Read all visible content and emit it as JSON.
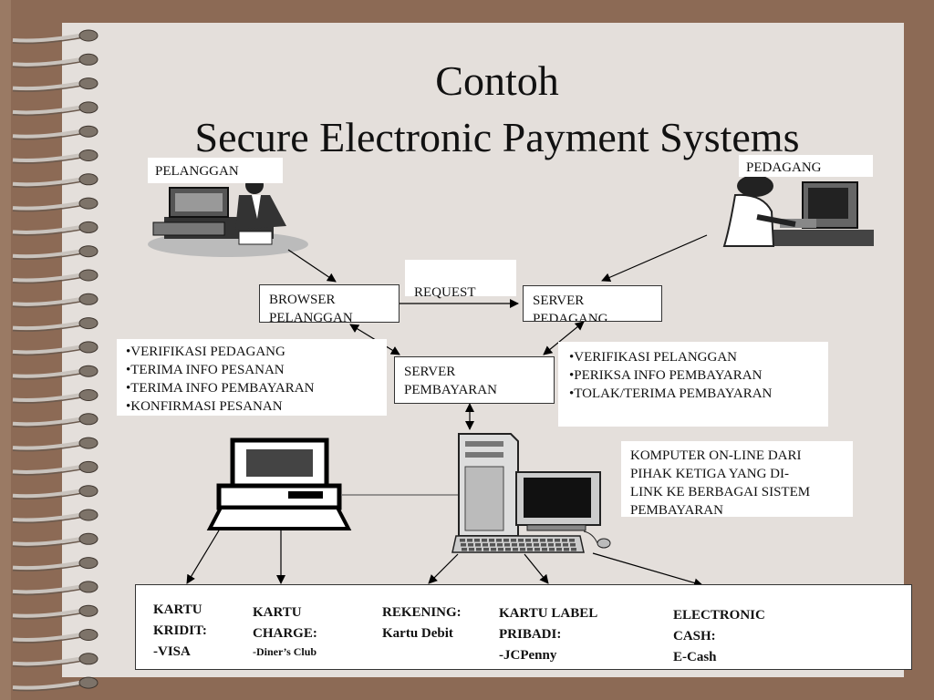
{
  "slide": {
    "title_line1": "Contoh",
    "title_line2": "Secure Electronic Payment Systems"
  },
  "labels": {
    "customer": "PELANGGAN",
    "merchant": "PEDAGANG",
    "request": "REQUEST",
    "browser_line1": "BROWSER",
    "browser_line2": "PELANGGAN",
    "merchant_server_line1": "SERVER",
    "merchant_server_line2": "PEDAGANG",
    "payment_server_line1": "SERVER",
    "payment_server_line2": "PEMBAYARAN"
  },
  "left_bullets": [
    "VERIFIKASI PEDAGANG",
    "TERIMA INFO PESANAN",
    "TERIMA INFO PEMBAYARAN",
    "KONFIRMASI PESANAN"
  ],
  "right_bullets": [
    "VERIFIKASI PELANGGAN",
    "PERIKSA INFO PEMBAYARAN",
    "TOLAK/TERIMA PEMBAYARAN"
  ],
  "third_party": [
    "KOMPUTER ON-LINE  DARI",
    "PIHAK KETIGA YANG DI-",
    "LINK KE BERBAGAI SISTEM",
    "PEMBAYARAN"
  ],
  "payment_methods": {
    "credit": [
      "KARTU",
      "KRIDIT:",
      "-VISA"
    ],
    "charge": [
      "KARTU",
      "CHARGE:"
    ],
    "charge_sub": "-Diner’s Club",
    "account": [
      "REKENING:",
      "Kartu Debit"
    ],
    "private_label": [
      "KARTU LABEL",
      "PRIBADI:",
      "-JCPenny"
    ],
    "ecash": [
      "ELECTRONIC",
      "CASH:",
      "E-Cash"
    ]
  }
}
